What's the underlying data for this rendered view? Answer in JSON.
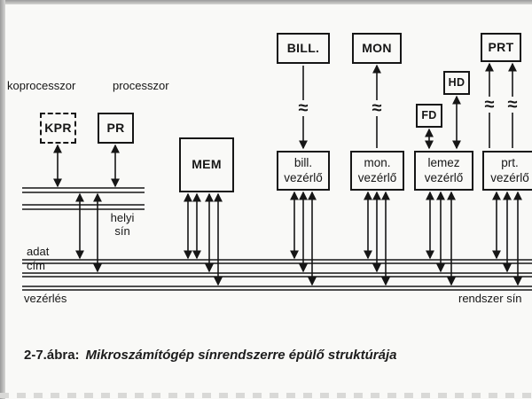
{
  "page": {
    "caption_number": "2-7.ábra:",
    "caption_text": "Mikroszámítógép sínrendszerre épülő struktúrája"
  },
  "icons": {
    "cable_break": "≈"
  },
  "labels": {
    "koprocesszor": "koprocesszor",
    "processzor": "processzor",
    "helyi_sin": "helyi\nsín",
    "adat": "adat",
    "cim": "cím",
    "vezerles": "vezérlés",
    "rendszer_sin": "rendszer sín"
  },
  "boxes": {
    "kpr": "KPR",
    "pr": "PR",
    "mem": "MEM",
    "bill": "BILL.",
    "mon": "MON",
    "prt": "PRT",
    "hd": "HD",
    "fd": "FD",
    "bill_vezerlo": "bill.\nvezérlő",
    "mon_vezerlo": "mon.\nvezérlő",
    "lemez_vezerlo": "lemez\nvezérlő",
    "prt_vezerlo": "prt.\nvezérlő"
  }
}
